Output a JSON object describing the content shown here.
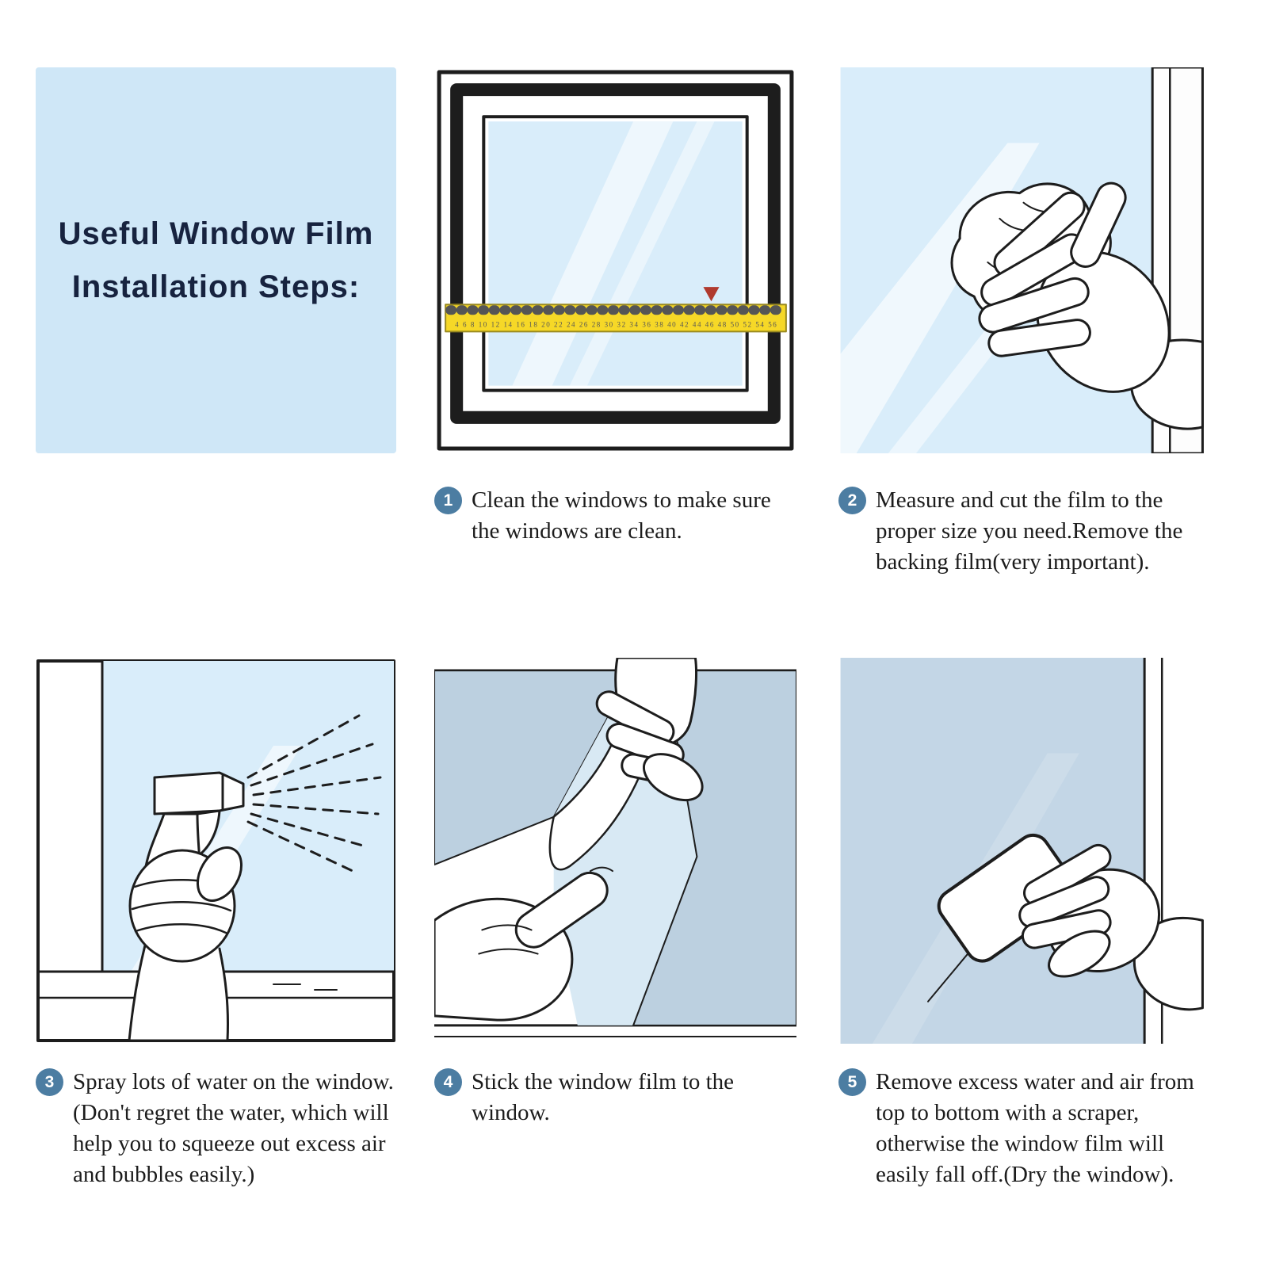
{
  "title": {
    "line1": "Useful Window Film",
    "line2": "Installation Steps:"
  },
  "steps": [
    {
      "number": "1",
      "illustration": "window-with-measuring-tape",
      "text": "Clean the windows to make sure the windows are clean."
    },
    {
      "number": "2",
      "illustration": "hand-wiping-window-with-cloth",
      "text": "Measure and cut the film to the proper size you need.Remove the backing film(very important)."
    },
    {
      "number": "3",
      "illustration": "spray-bottle-spraying-window",
      "text": "Spray lots of water on the window. (Don't regret the water, which will help you to squeeze out excess air and bubbles easily.)"
    },
    {
      "number": "4",
      "illustration": "hands-peeling-backing-film",
      "text": "Stick the window film to the window."
    },
    {
      "number": "5",
      "illustration": "hand-with-scraper-on-film",
      "text": "Remove excess water and air from top to bottom with a scraper, otherwise the window film will easily fall off.(Dry the window)."
    }
  ],
  "tape_numbers": "4 6 8 10 12 14 16 18 20 22 24 26 28 30 32 34 36 38 40 42 44 46 48 50 52 54 56",
  "colors": {
    "panel": "#cfe7f7",
    "glass": "#d9edfa",
    "film": "#bcd0e0",
    "film2": "#c3d6e6",
    "badge": "#4c7da2",
    "title": "#17233f",
    "text": "#1c1c1c",
    "tape": "#f6d827",
    "marker": "#b03a2e"
  }
}
